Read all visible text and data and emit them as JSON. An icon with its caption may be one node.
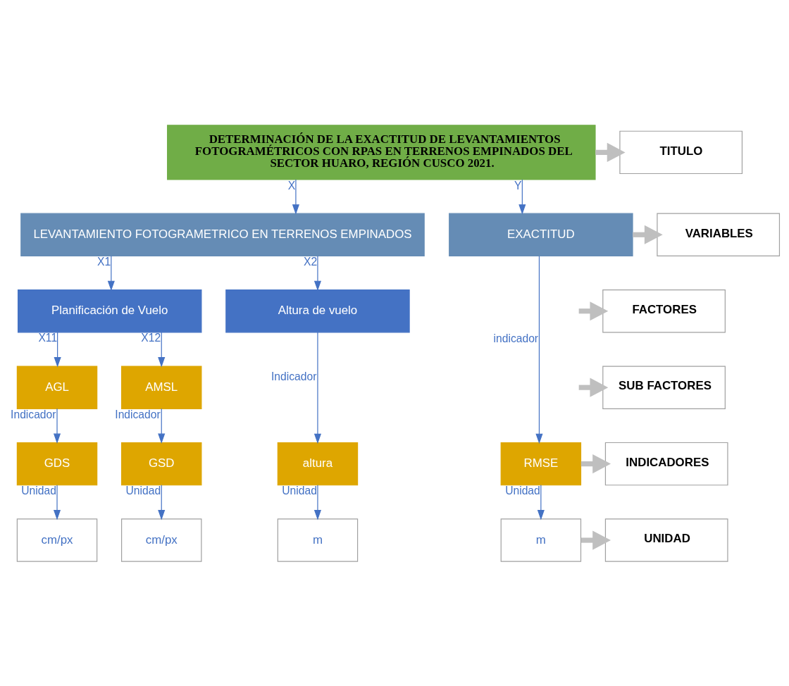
{
  "diagram": {
    "nodes": [
      {
        "text": [
          "DETERMINACIÓN DE LA EXACTITUD DE LEVANTAMIENTOS FOTOGRAMÉTRICOS CON RPAS EN TERRENOS EMPINADOS DEL SECTOR HUARO, REGIÓN CUSCO 2021."
        ]
      },
      {
        "text": [
          "TITULO"
        ]
      },
      {
        "text": [
          "LEVANTAMIENTO FOTOGRAMETRICO EN TERRENOS EMPINADOS"
        ]
      },
      {
        "text": [
          "EXACTITUD"
        ]
      },
      {
        "text": [
          "VARIABLES"
        ]
      },
      {
        "text": [
          "Planificación de Vuelo"
        ]
      },
      {
        "text": [
          "Altura de vuelo"
        ]
      },
      {
        "text": [
          "FACTORES"
        ]
      },
      {
        "text": [
          "AGL"
        ]
      },
      {
        "text": [
          "AMSL"
        ]
      },
      {
        "text": [
          "SUB FACTORES"
        ]
      },
      {
        "text": [
          "GDS"
        ]
      },
      {
        "text": [
          "GSD"
        ]
      },
      {
        "text": [
          "altura"
        ]
      },
      {
        "text": [
          "RMSE"
        ]
      },
      {
        "text": [
          "INDICADORES"
        ]
      },
      {
        "text": [
          "cm/px"
        ]
      },
      {
        "text": [
          "cm/px"
        ]
      },
      {
        "text": [
          "m"
        ]
      },
      {
        "text": [
          "m"
        ]
      },
      {
        "text": [
          "UNIDAD"
        ]
      }
    ],
    "edges": [
      {
        "from": 0,
        "to": 2,
        "arrow": "to",
        "label": "X"
      },
      {
        "from": 0,
        "to": 3,
        "arrow": "to",
        "label": "Y"
      },
      {
        "from": 2,
        "to": 5,
        "arrow": "to",
        "label": "X1"
      },
      {
        "from": 2,
        "to": 6,
        "arrow": "to",
        "label": "X2"
      },
      {
        "from": 5,
        "to": 8,
        "arrow": "to",
        "label": "X11"
      },
      {
        "from": 5,
        "to": 9,
        "arrow": "to",
        "label": "X12"
      },
      {
        "from": 8,
        "to": 11,
        "arrow": "to",
        "label": "Indicador"
      },
      {
        "from": 9,
        "to": 12,
        "arrow": "to",
        "label": "Indicador"
      },
      {
        "from": 6,
        "to": 13,
        "arrow": "to",
        "label": "Indicador"
      },
      {
        "from": 3,
        "to": 14,
        "arrow": "to",
        "label": "indicador"
      },
      {
        "from": 11,
        "to": 16,
        "arrow": "to",
        "label": "Unidad"
      },
      {
        "from": 12,
        "to": 17,
        "arrow": "to",
        "label": "Unidad"
      },
      {
        "from": 13,
        "to": 18,
        "arrow": "to",
        "label": "Unidad"
      },
      {
        "from": 14,
        "to": 19,
        "arrow": "to",
        "label": "Unidad"
      },
      {
        "from": 0,
        "to": 1,
        "arrow": "to",
        "style": "thick",
        "color": "#bfbfbf"
      },
      {
        "from": 3,
        "to": 4,
        "arrow": "to",
        "style": "thick",
        "color": "#bfbfbf"
      },
      {
        "from": null,
        "to": 7,
        "arrow": "to",
        "style": "thick",
        "color": "#bfbfbf"
      },
      {
        "from": null,
        "to": 10,
        "arrow": "to",
        "style": "thick",
        "color": "#bfbfbf"
      },
      {
        "from": 14,
        "to": 15,
        "arrow": "to",
        "style": "thick",
        "color": "#bfbfbf"
      },
      {
        "from": 19,
        "to": 20,
        "arrow": "to",
        "style": "thick",
        "color": "#bfbfbf"
      }
    ]
  }
}
